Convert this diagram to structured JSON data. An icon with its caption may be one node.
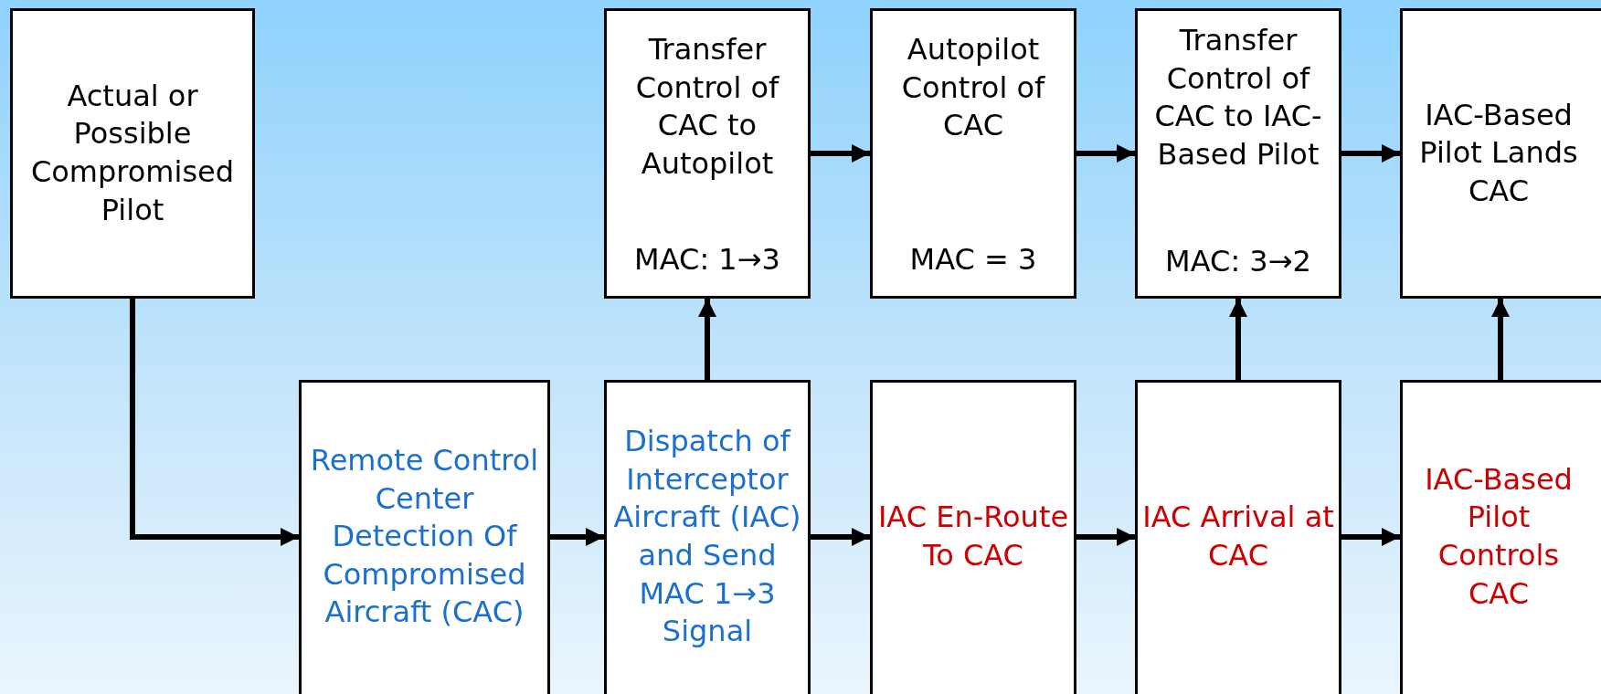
{
  "diagram": {
    "nodes": [
      {
        "text": [
          "Actual or Possible Compromised Pilot"
        ]
      },
      {
        "text": [
          "Transfer Control of CAC to Autopilot",
          "MAC: 1→3"
        ]
      },
      {
        "text": [
          "Autopilot Control of CAC",
          "MAC = 3"
        ]
      },
      {
        "text": [
          "Transfer Control of CAC to IAC-Based Pilot",
          "MAC: 3→2"
        ]
      },
      {
        "text": [
          "IAC-Based Pilot Lands CAC"
        ]
      },
      {
        "text": [
          "Remote Control Center Detection Of Compromised Aircraft (CAC)"
        ]
      },
      {
        "text": [
          "Dispatch of Interceptor Aircraft (IAC) and Send MAC 1→3 Signal"
        ]
      },
      {
        "text": [
          "IAC En-Route To CAC"
        ]
      },
      {
        "text": [
          "IAC Arrival at CAC"
        ]
      },
      {
        "text": [
          "IAC-Based Pilot Controls CAC"
        ]
      }
    ],
    "edges": [
      {
        "from": 0,
        "to": 5,
        "arrow": "to"
      },
      {
        "from": 5,
        "to": 6,
        "arrow": "to"
      },
      {
        "from": 6,
        "to": 7,
        "arrow": "to"
      },
      {
        "from": 7,
        "to": 8,
        "arrow": "to"
      },
      {
        "from": 8,
        "to": 9,
        "arrow": "to"
      },
      {
        "from": 6,
        "to": 1,
        "arrow": "to"
      },
      {
        "from": 8,
        "to": 3,
        "arrow": "to"
      },
      {
        "from": 9,
        "to": 4,
        "arrow": "to"
      },
      {
        "from": 1,
        "to": 2,
        "arrow": "to"
      },
      {
        "from": 2,
        "to": 3,
        "arrow": "to"
      },
      {
        "from": 3,
        "to": 4,
        "arrow": "to"
      }
    ]
  }
}
